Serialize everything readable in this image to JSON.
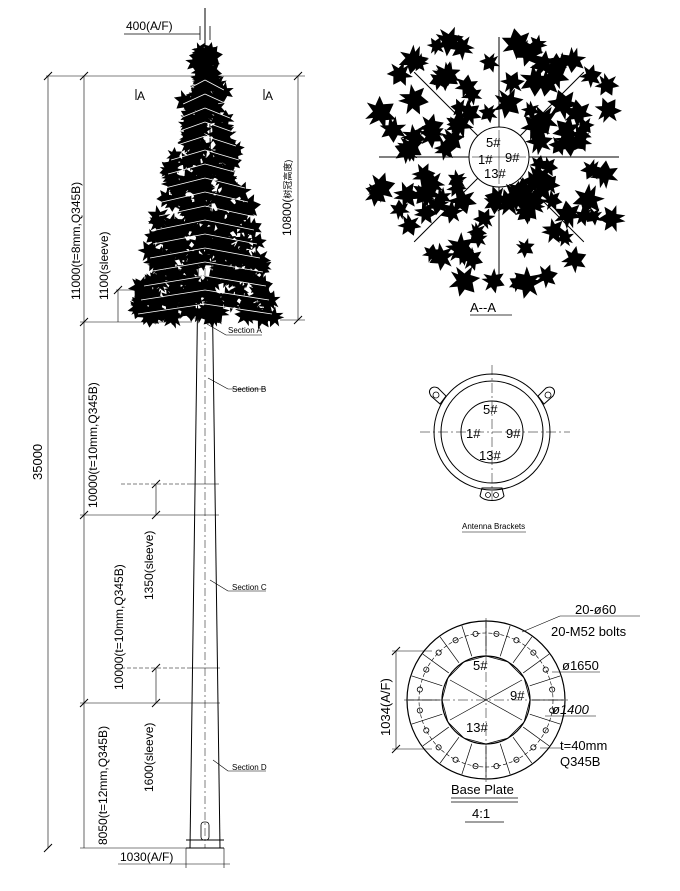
{
  "elevation": {
    "top_width": "400(A/F)",
    "bottom_width": "1030(A/F)",
    "total_height": "35000",
    "section_top": "11000(t=8mm,Q345B)",
    "section_mid1": "10000(t=10mm,Q345B)",
    "section_mid2": "10000(t=10mm,Q345B)",
    "section_bottom": "8050(t=12mm,Q345B)",
    "sleeve_1": "1100(sleeve)",
    "sleeve_2": "1350(sleeve)",
    "sleeve_3": "1600(sleeve)",
    "foliage_height": "10800(",
    "foliage_height_cn": "树冠高度)",
    "marker_left": "A",
    "marker_right": "A",
    "section_a": "Section A",
    "section_b": "Section B",
    "section_c": "Section C",
    "section_d": "Section D"
  },
  "section_aa": {
    "label": "A--A",
    "n5": "5#",
    "n9": "9#",
    "n13": "13#",
    "n1": "1#"
  },
  "antenna_brackets": {
    "label": "Antenna Brackets",
    "n5": "5#",
    "n1": "1#",
    "n9": "9#",
    "n13": "13#"
  },
  "base_plate": {
    "holes": "20-ø60",
    "bolts": "20-M52 bolts",
    "outer_dia": "ø1650",
    "bolt_circle": "ø1400",
    "thickness": "t=40mm",
    "material": "Q345B",
    "flat_width": "1034(A/F)",
    "title": "Base Plate",
    "scale": "4:1",
    "n5": "5#",
    "n9": "9#",
    "n13": "13#"
  }
}
